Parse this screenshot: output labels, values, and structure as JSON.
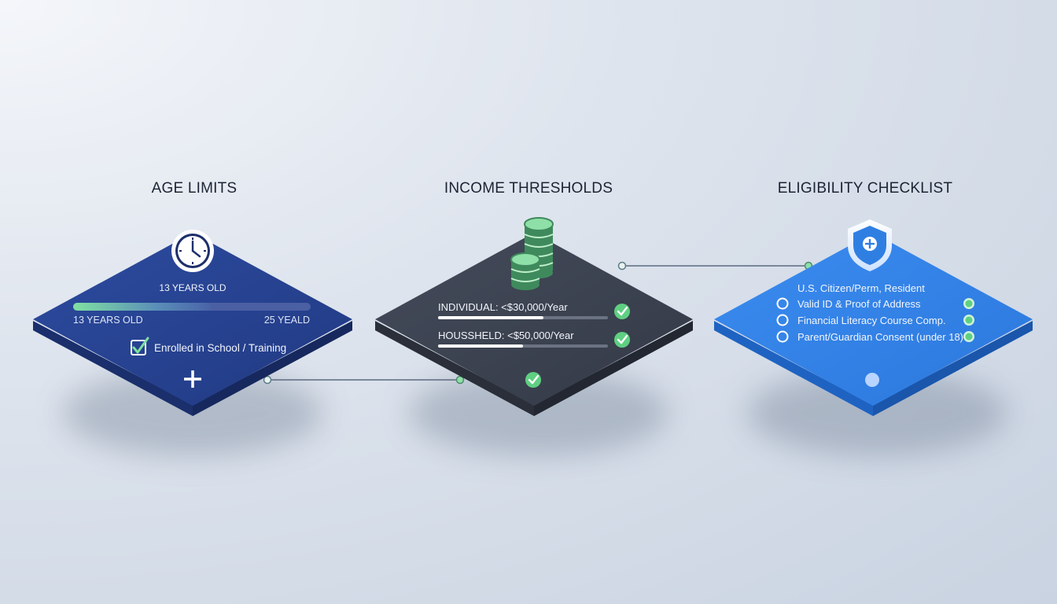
{
  "panels": [
    {
      "title": "AGE LIMITS",
      "icon": "clock-icon",
      "age_label": "13 YEARS OLD",
      "slider_min_label": "13 YEARS OLD",
      "slider_max_label": "25 YEALD",
      "slider_fill": 0.58,
      "checkbox_label": "Enrolled in School / Training",
      "checkbox_checked": true,
      "add_icon": "plus-icon",
      "color": "#2a4594"
    },
    {
      "title": "INCOME THRESHOLDS",
      "icon": "coin-stack-icon",
      "rows": [
        {
          "label": "INDIVIDUAL: <$30,000/Year",
          "fill": 0.62,
          "checked": true
        },
        {
          "label": "HOUSSHELD: <$50,000/Year",
          "fill": 0.5,
          "checked": true
        }
      ],
      "footer_check": true,
      "color": "#3a4150"
    },
    {
      "title": "ELIGIBILITY CHECKLIST",
      "icon": "shield-plus-icon",
      "header_item": "U.S. Citizen/Perm, Resident",
      "items": [
        {
          "label": "Valid ID & Proof of Address",
          "done": true
        },
        {
          "label": "Financial Literacy Course Comp.",
          "done": true
        },
        {
          "label": "Parent/Guardian Consent (under 18)",
          "done": true
        }
      ],
      "color": "#2f7fe3"
    }
  ],
  "colors": {
    "accent_green": "#6fd48d",
    "connector": "#5b6a82"
  }
}
